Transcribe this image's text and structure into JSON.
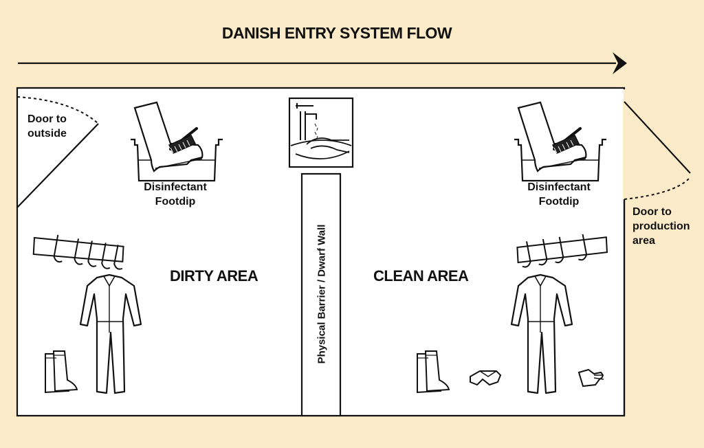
{
  "title": "DANISH ENTRY SYSTEM FLOW",
  "areas": {
    "dirty": "DIRTY AREA",
    "clean": "CLEAN AREA"
  },
  "doors": {
    "outside": [
      "Door to",
      "outside"
    ],
    "production": [
      "Door to",
      "production",
      "area"
    ]
  },
  "footdip": [
    "Disinfectant",
    "Footdip"
  ],
  "barrier": "Physical Barrier / Dwarf Wall",
  "colors": {
    "background": "#fbebc8",
    "room": "#ffffff",
    "line": "#111111"
  },
  "icons": [
    "flow-arrow-icon",
    "footdip-icon",
    "handwash-icon",
    "coat-hook-icon",
    "coverall-icon",
    "boots-icon",
    "safety-glasses-icon",
    "glove-icon"
  ]
}
